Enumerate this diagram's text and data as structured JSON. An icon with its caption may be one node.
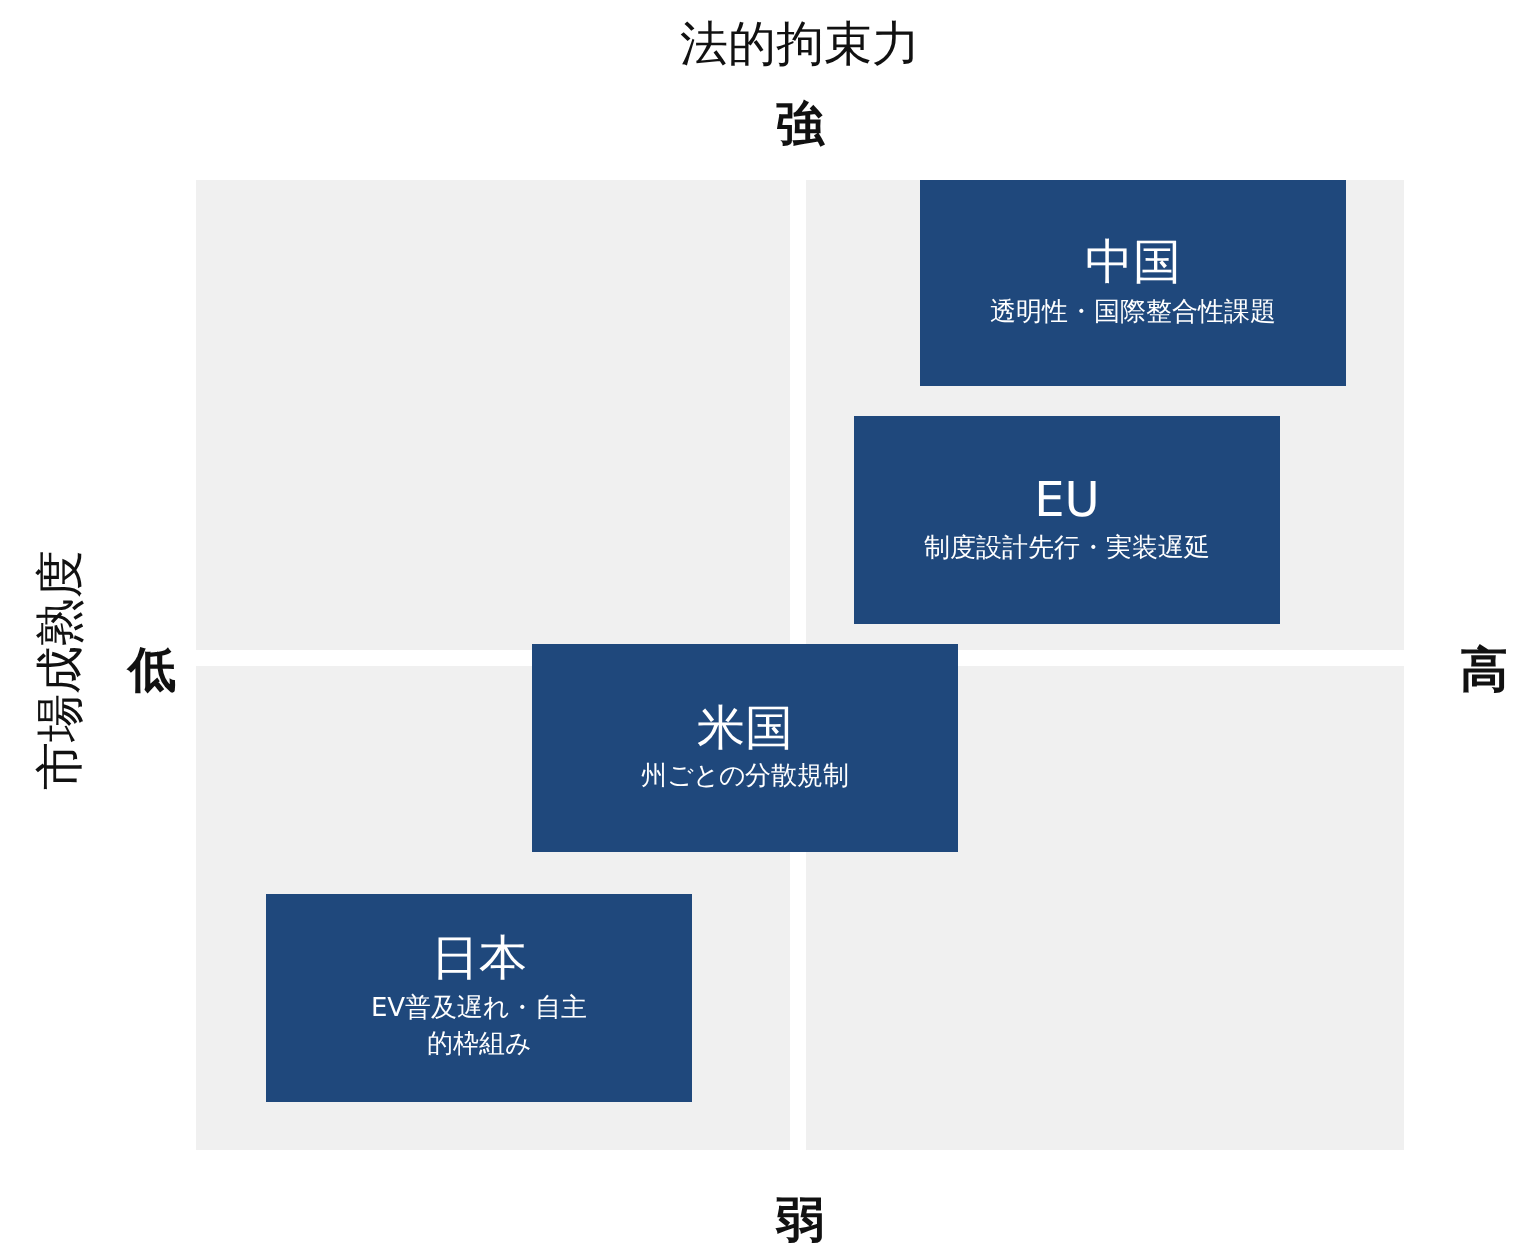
{
  "diagram": {
    "nodes": [
      {
        "text": [
          "中国",
          "透明性・国際整合性課題"
        ]
      },
      {
        "text": [
          "EU",
          "制度設計先行・実装遅延"
        ]
      },
      {
        "text": [
          "米国",
          "州ごとの分散規制"
        ]
      },
      {
        "text": [
          "日本",
          "EV普及遅れ・自主的枠組み"
        ]
      }
    ],
    "labels": [
      "法的拘束力",
      "強",
      "低",
      "高",
      "弱",
      "市場成熟度"
    ]
  }
}
